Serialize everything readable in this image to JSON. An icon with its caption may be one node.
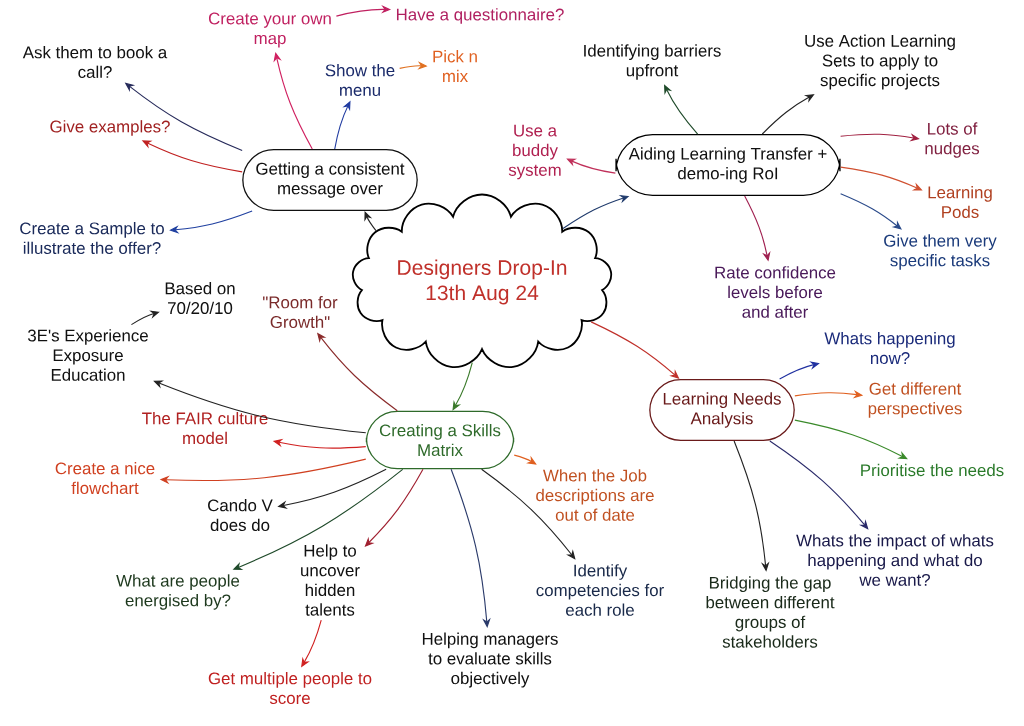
{
  "diagram": {
    "nodes": [
      {
        "text": [
          "Designers Drop-In 13th Aug 24"
        ]
      },
      {
        "text": [
          "Getting a consistent message over"
        ]
      },
      {
        "text": [
          "Aiding Learning Transfer + demo-ing RoI"
        ]
      },
      {
        "text": [
          "Creating a Skills Matrix"
        ]
      },
      {
        "text": [
          "Learning Needs Analysis"
        ]
      },
      {
        "text": [
          "Ask them to book a call?"
        ]
      },
      {
        "text": [
          "Create your own map"
        ]
      },
      {
        "text": [
          "Have a questionnaire?"
        ]
      },
      {
        "text": [
          "Show the menu"
        ]
      },
      {
        "text": [
          "Pick n mix"
        ]
      },
      {
        "text": [
          "Give examples?"
        ]
      },
      {
        "text": [
          "Create a Sample to illustrate the offer?"
        ]
      },
      {
        "text": [
          "Identifying barriers upfront"
        ]
      },
      {
        "text": [
          "Use Action Learning Sets to apply to specific projects"
        ]
      },
      {
        "text": [
          "Use a buddy system"
        ]
      },
      {
        "text": [
          "Lots of nudges"
        ]
      },
      {
        "text": [
          "Learning Pods"
        ]
      },
      {
        "text": [
          "Give them very specific tasks"
        ]
      },
      {
        "text": [
          "Rate confidence levels before and after"
        ]
      },
      {
        "text": [
          "3E's Experience Exposure Education"
        ]
      },
      {
        "text": [
          "Based on 70/20/10"
        ]
      },
      {
        "text": [
          "\"Room for Growth\""
        ]
      },
      {
        "text": [
          "The FAIR culture model"
        ]
      },
      {
        "text": [
          "Create a nice flowchart"
        ]
      },
      {
        "text": [
          "Cando V does do"
        ]
      },
      {
        "text": [
          "What are people energised by?"
        ]
      },
      {
        "text": [
          "Help to uncover hidden talents"
        ]
      },
      {
        "text": [
          "Get multiple people to score"
        ]
      },
      {
        "text": [
          "Helping managers to evaluate skills objectively"
        ]
      },
      {
        "text": [
          "Identify competencies for each role"
        ]
      },
      {
        "text": [
          "When the Job descriptions are out of date"
        ]
      },
      {
        "text": [
          "Whats happening now?"
        ]
      },
      {
        "text": [
          "Get different perspectives"
        ]
      },
      {
        "text": [
          "Prioritise the needs"
        ]
      },
      {
        "text": [
          "Whats the impact of whats happening and what do we want?"
        ]
      },
      {
        "text": [
          "Bridging the gap between different groups of stakeholders"
        ]
      }
    ],
    "edges": [
      {
        "from": 0,
        "to": 1,
        "arrow": "to"
      },
      {
        "from": 0,
        "to": 2,
        "arrow": "to",
        "color": "#1f3a6b"
      },
      {
        "from": 0,
        "to": 3,
        "arrow": "to",
        "color": "#3a7a2a"
      },
      {
        "from": 0,
        "to": 4,
        "arrow": "to",
        "color": "#c0302a"
      },
      {
        "from": 1,
        "to": 5,
        "arrow": "to",
        "color": "#262a5a"
      },
      {
        "from": 1,
        "to": 6,
        "arrow": "to",
        "color": "#d02060"
      },
      {
        "from": 6,
        "to": 7,
        "arrow": "to",
        "color": "#c02060"
      },
      {
        "from": 1,
        "to": 8,
        "arrow": "to",
        "color": "#1f3aa0"
      },
      {
        "from": 8,
        "to": 9,
        "arrow": "to",
        "color": "#e07020"
      },
      {
        "from": 1,
        "to": 10,
        "arrow": "to",
        "color": "#c02020"
      },
      {
        "from": 1,
        "to": 11,
        "arrow": "to",
        "color": "#2040a0"
      },
      {
        "from": 2,
        "to": 12,
        "arrow": "to",
        "color": "#1f4a2a"
      },
      {
        "from": 2,
        "to": 13,
        "arrow": "to"
      },
      {
        "from": 2,
        "to": 14,
        "arrow": "to",
        "color": "#c0305a"
      },
      {
        "from": 2,
        "to": 15,
        "arrow": "to",
        "color": "#a02040"
      },
      {
        "from": 2,
        "to": 16,
        "arrow": "to",
        "color": "#d05030"
      },
      {
        "from": 2,
        "to": 17,
        "arrow": "to",
        "color": "#2a4a8a"
      },
      {
        "from": 2,
        "to": 18,
        "arrow": "to",
        "color": "#a02050"
      },
      {
        "from": 3,
        "to": 19,
        "arrow": "to"
      },
      {
        "from": 19,
        "to": 20,
        "arrow": "to"
      },
      {
        "from": 3,
        "to": 21,
        "arrow": "to",
        "color": "#8a2a2a"
      },
      {
        "from": 3,
        "to": 22,
        "arrow": "to",
        "color": "#d02020"
      },
      {
        "from": 3,
        "to": 23,
        "arrow": "to",
        "color": "#d04020"
      },
      {
        "from": 3,
        "to": 24,
        "arrow": "to"
      },
      {
        "from": 3,
        "to": 25,
        "arrow": "to",
        "color": "#1f4a2a"
      },
      {
        "from": 3,
        "to": 26,
        "arrow": "to",
        "color": "#a02030"
      },
      {
        "from": 26,
        "to": 27,
        "arrow": "to",
        "color": "#d02020"
      },
      {
        "from": 3,
        "to": 28,
        "arrow": "to",
        "color": "#2a3a6a"
      },
      {
        "from": 3,
        "to": 29,
        "arrow": "to"
      },
      {
        "from": 3,
        "to": 30,
        "arrow": "to",
        "color": "#e06020"
      },
      {
        "from": 4,
        "to": 31,
        "arrow": "to",
        "color": "#2030a0"
      },
      {
        "from": 4,
        "to": 32,
        "arrow": "to",
        "color": "#e06020"
      },
      {
        "from": 4,
        "to": 33,
        "arrow": "to",
        "color": "#3a8a2a"
      },
      {
        "from": 4,
        "to": 34,
        "arrow": "to",
        "color": "#2a2a6a"
      },
      {
        "from": 4,
        "to": 35,
        "arrow": "to"
      }
    ]
  }
}
